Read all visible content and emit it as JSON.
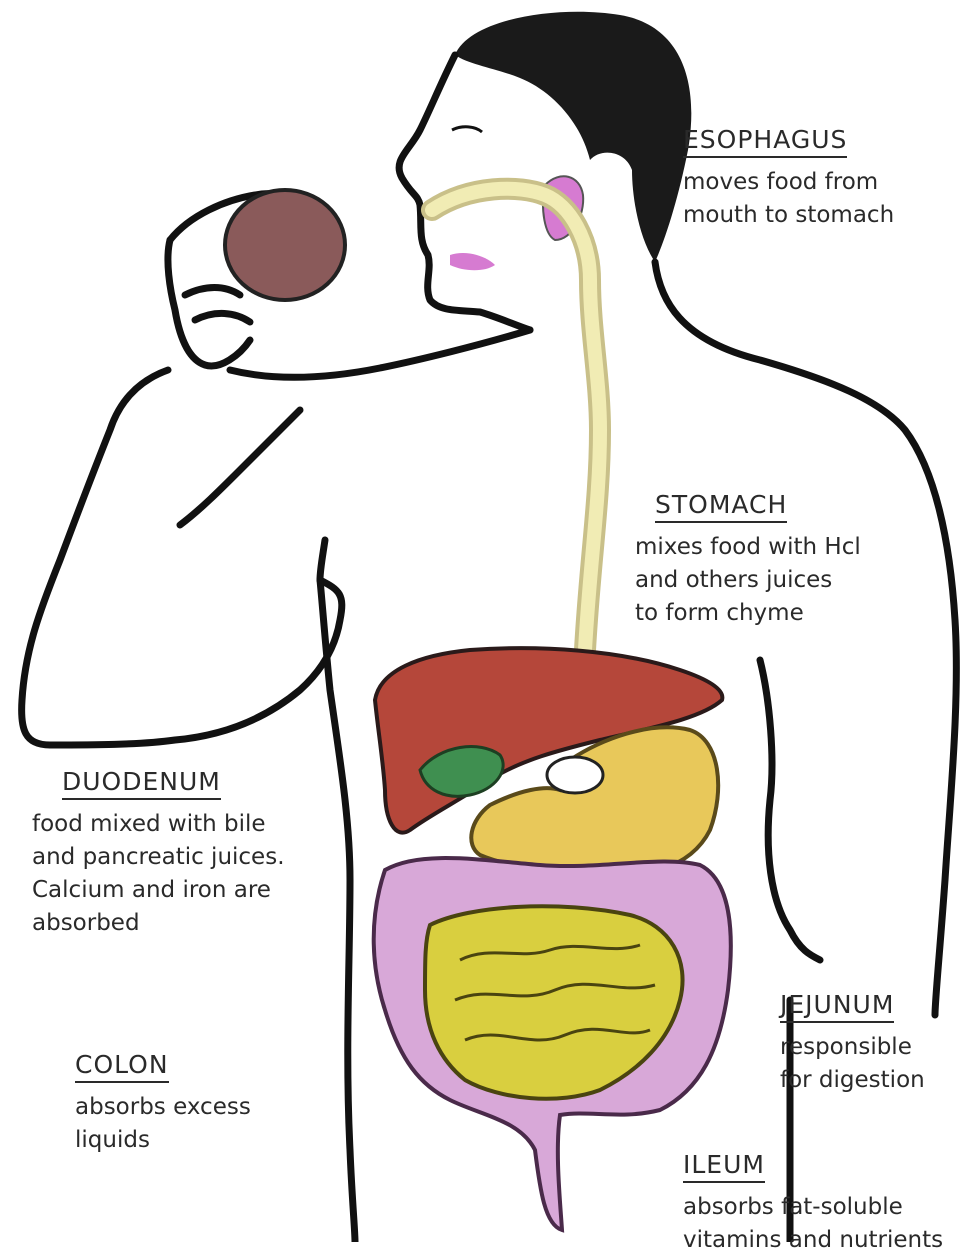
{
  "labels": {
    "esophagus": {
      "title": "ESOPHAGUS",
      "lines": [
        "moves food from",
        "mouth to stomach"
      ]
    },
    "stomach": {
      "title": "STOMACH",
      "lines": [
        "mixes food with Hcl",
        "and others juices",
        "to form chyme"
      ]
    },
    "duodenum": {
      "title": "DUODENUM",
      "lines": [
        "food mixed with bile",
        "and pancreatic juices.",
        "Calcium and iron are",
        "absorbed"
      ]
    },
    "jejunum": {
      "title": "JEJUNUM",
      "lines": [
        "responsible",
        "for digestion"
      ]
    },
    "colon": {
      "title": "COLON",
      "lines": [
        "absorbs excess",
        "liquids"
      ]
    },
    "ileum": {
      "title": "ILEUM",
      "lines": [
        "absorbs fat-soluble",
        "vitamins and nutrients"
      ]
    }
  },
  "colors": {
    "outline": "#111111",
    "hair": "#1a1a1a",
    "food": "#8a5a5a",
    "esophagus": "#f1ecb4",
    "liver": "#b5473a",
    "gallbladder": "#3f8f50",
    "stomach_organ": "#e8c85a",
    "large_intestine": "#d8a8d8",
    "small_intestine": "#d9cf3f",
    "ear": "#d67bd1"
  }
}
